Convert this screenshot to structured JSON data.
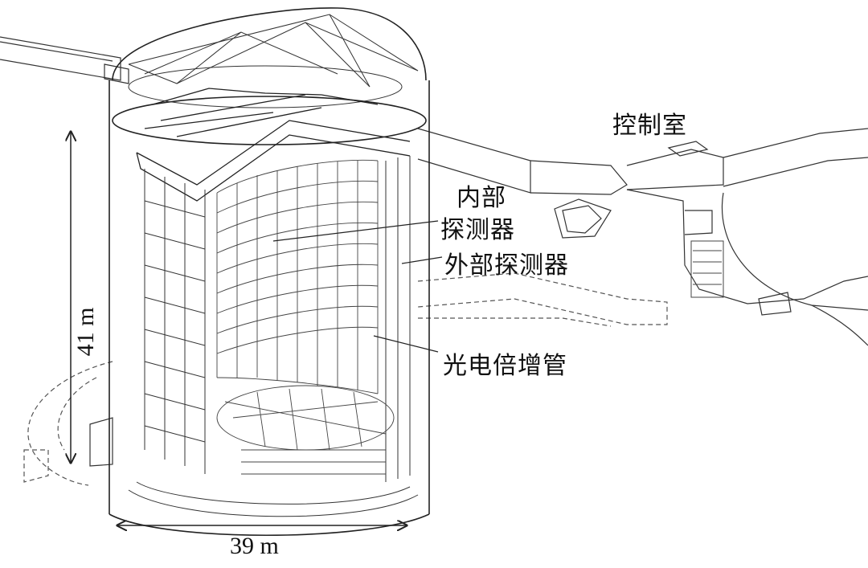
{
  "labels": {
    "control_room": "控制室",
    "inner_detector_line1": "内部",
    "inner_detector_line2": "探测器",
    "outer_detector": "外部探测器",
    "photomultiplier": "光电倍增管",
    "height": "41 m",
    "diameter": "39 m"
  },
  "colors": {
    "line": "#222222",
    "background": "#ffffff"
  }
}
